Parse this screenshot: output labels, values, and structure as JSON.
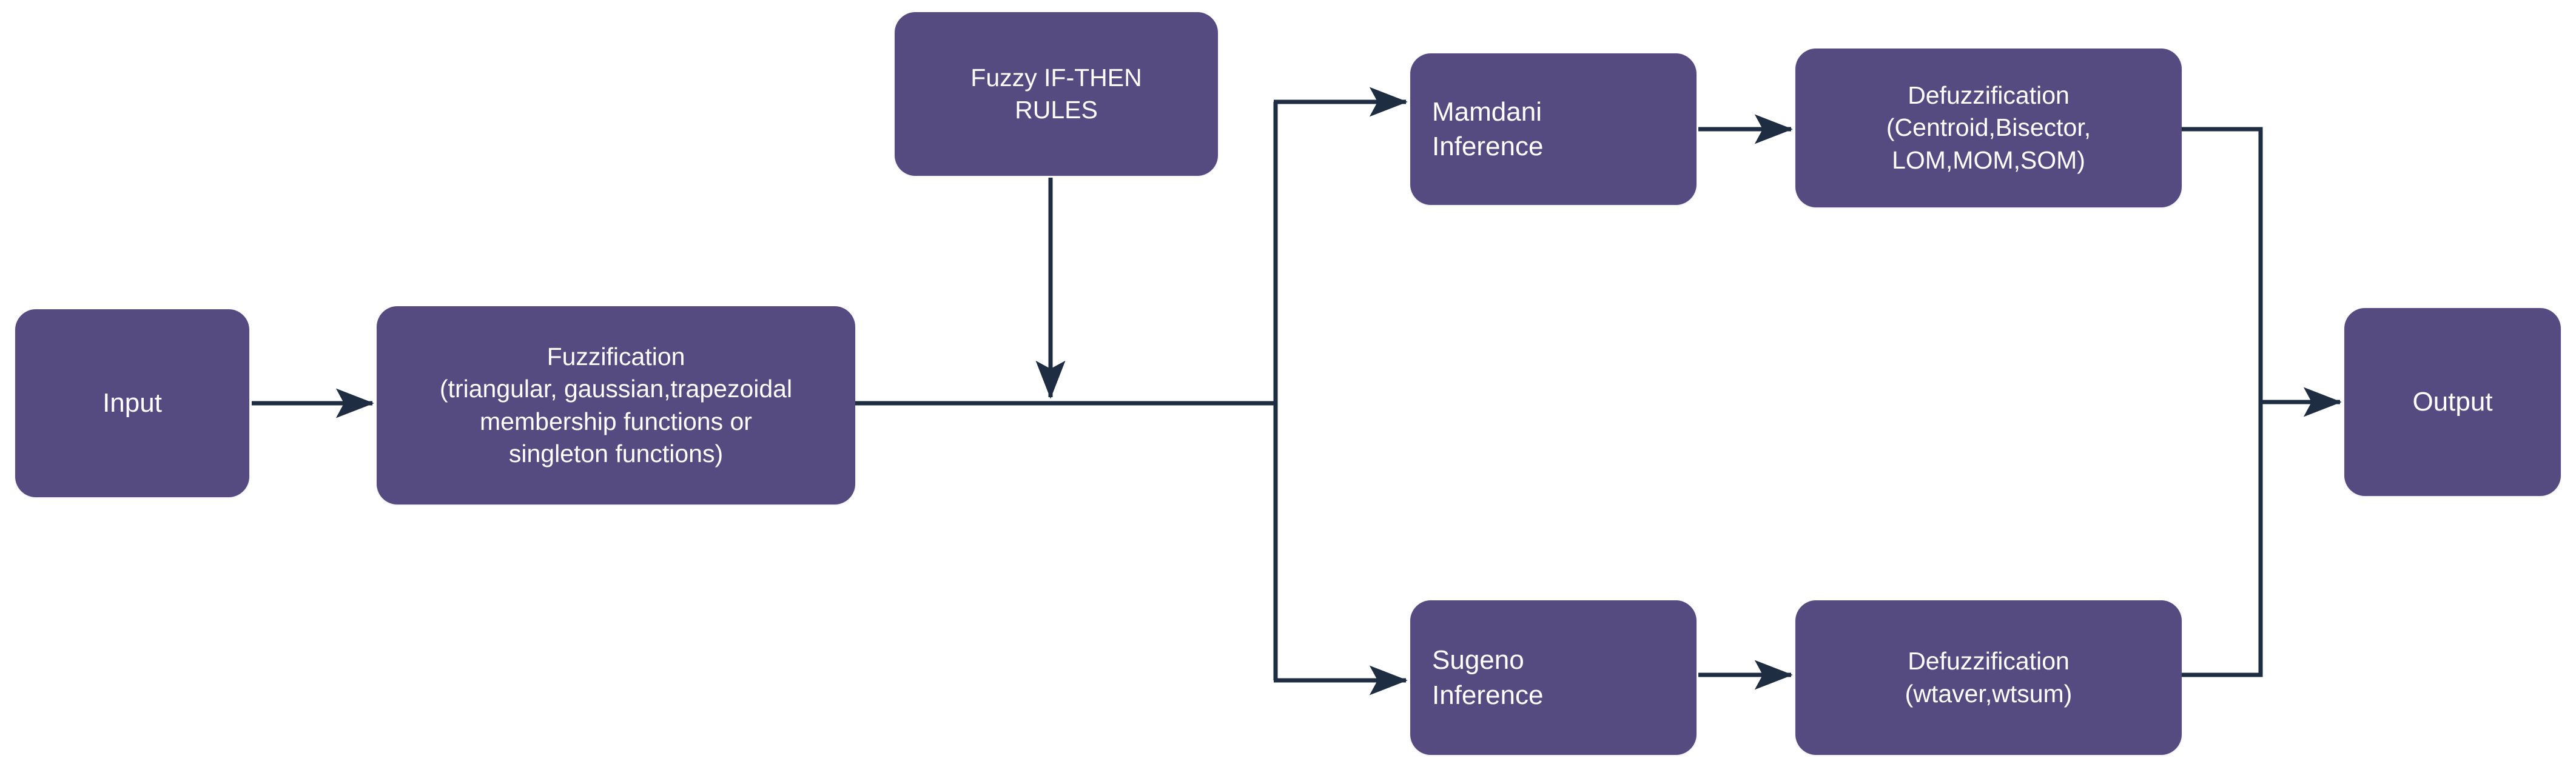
{
  "diagram": {
    "title": "Fuzzy Inference System Flowchart",
    "colors": {
      "node_fill": "#554B80",
      "node_text": "#FFFFFF",
      "edge_stroke": "#1F2D42",
      "background": "#FFFFFF"
    },
    "nodes": [
      {
        "id": "input",
        "label": "Input"
      },
      {
        "id": "fuzzify",
        "label": "Fuzzification\n(triangular, gaussian,trapezoidal\nmembership functions or\nsingleton functions)"
      },
      {
        "id": "rules",
        "label": "Fuzzy IF-THEN\nRULES"
      },
      {
        "id": "mamdani",
        "label": "Mamdani\nInference"
      },
      {
        "id": "defuzz_mam",
        "label": "Defuzzification\n(Centroid,Bisector,\nLOM,MOM,SOM)"
      },
      {
        "id": "sugeno",
        "label": "Sugeno\nInference"
      },
      {
        "id": "defuzz_sug",
        "label": "Defuzzification\n(wtaver,wtsum)"
      },
      {
        "id": "output",
        "label": "Output"
      }
    ],
    "edges": [
      {
        "id": "input-to-fuzzify",
        "from": "input",
        "to": "fuzzify",
        "arrow": true
      },
      {
        "id": "rules-to-main",
        "from": "rules",
        "to": "main-bus",
        "arrow": true
      },
      {
        "id": "fuzzify-to-split",
        "from": "fuzzify",
        "to": "split",
        "arrow": false
      },
      {
        "id": "split-to-mamdani",
        "from": "split",
        "to": "mamdani",
        "arrow": true
      },
      {
        "id": "split-to-sugeno",
        "from": "split",
        "to": "sugeno",
        "arrow": true
      },
      {
        "id": "mamdani-to-defuzz-mam",
        "from": "mamdani",
        "to": "defuzz_mam",
        "arrow": true
      },
      {
        "id": "sugeno-to-defuzz-sug",
        "from": "sugeno",
        "to": "defuzz_sug",
        "arrow": true
      },
      {
        "id": "defuzz-mam-to-merge",
        "from": "defuzz_mam",
        "to": "merge",
        "arrow": false
      },
      {
        "id": "defuzz-sug-to-merge",
        "from": "defuzz_sug",
        "to": "merge",
        "arrow": false
      },
      {
        "id": "merge-to-output",
        "from": "merge",
        "to": "output",
        "arrow": true
      }
    ]
  }
}
